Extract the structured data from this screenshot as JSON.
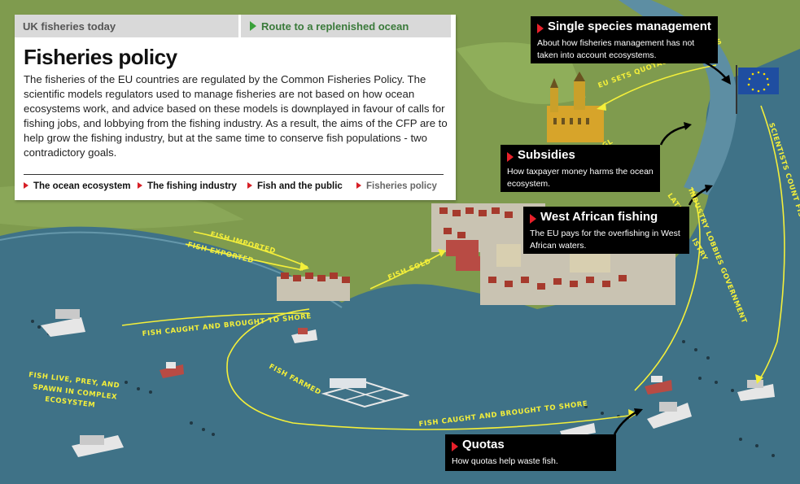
{
  "header": {
    "section_title": "UK fisheries today",
    "route_link": "Route to a replenished ocean"
  },
  "main": {
    "title": "Fisheries policy",
    "body": "The fisheries of the EU countries are regulated by the Common Fisheries Policy. The scientific models regulators used to manage fisheries are not based on how ocean ecosystems work, and advice based on these models is downplayed in favour of calls for fishing jobs, and lobbying from the fishing industry. As a result, the aims of the CFP are to help grow the fishing industry, but at the same time to conserve fish populations - two contradictory goals.",
    "topics": [
      {
        "label": "The ocean ecosystem",
        "active": false
      },
      {
        "label": "The fishing industry",
        "active": false
      },
      {
        "label": "Fish and the public",
        "active": false
      },
      {
        "label": "Fisheries policy",
        "active": true
      }
    ]
  },
  "callouts": {
    "single_species": {
      "title": "Single species management",
      "text": "About how fisheries management has not taken into account ecosystems."
    },
    "subsidies": {
      "title": "Subsidies",
      "text": "How taxpayer money harms the ocean ecosystem."
    },
    "west_african": {
      "title": "West African fishing",
      "text": "The EU pays for the overfishing in West African waters."
    },
    "quotas": {
      "title": "Quotas",
      "text": "How quotas help waste fish."
    }
  },
  "flow_labels": {
    "fish_imported": "FISH IMPORTED",
    "fish_exported": "FISH EXPORTED",
    "fish_sold": "FISH SOLD",
    "fish_caught_shore_1": "FISH CAUGHT AND BROUGHT TO SHORE",
    "fish_caught_shore_2": "FISH CAUGHT AND BROUGHT TO SHORE",
    "fish_farmed": "FISH FARMED",
    "eu_sets_quotas": "EU SETS QUOTAS & SUBSIDIES",
    "industry_lobbies": "INDUSTRY LOBBIES GOVERNMENT",
    "scientists_count": "SCIENTISTS COUNT FISH POPULATIONS AND ADVISE EU",
    "fish_live_1": "FISH LIVE, PREY, AND",
    "fish_live_2": "SPAWN IN COMPLEX",
    "fish_live_3": "ECOSYSTEM",
    "partial_p": "P",
    "partial_gl": "GL",
    "partial_latest": "LATE",
    "partial_istry": "ISTRY"
  },
  "colors": {
    "land": "#7f9b4e",
    "sea": "#3f7287",
    "river": "#5d8ea3",
    "flow": "#f4ef3a",
    "callout_bg": "#000000",
    "accent_red": "#e8202a",
    "route_green": "#3aa13a",
    "eu_blue": "#1f4ea1"
  },
  "icons": {
    "eu_flag": "eu-flag-icon",
    "parliament": "parliament-building-icon",
    "fishing_boat": "fishing-boat-icon",
    "fish_farm": "fish-farm-icon"
  }
}
